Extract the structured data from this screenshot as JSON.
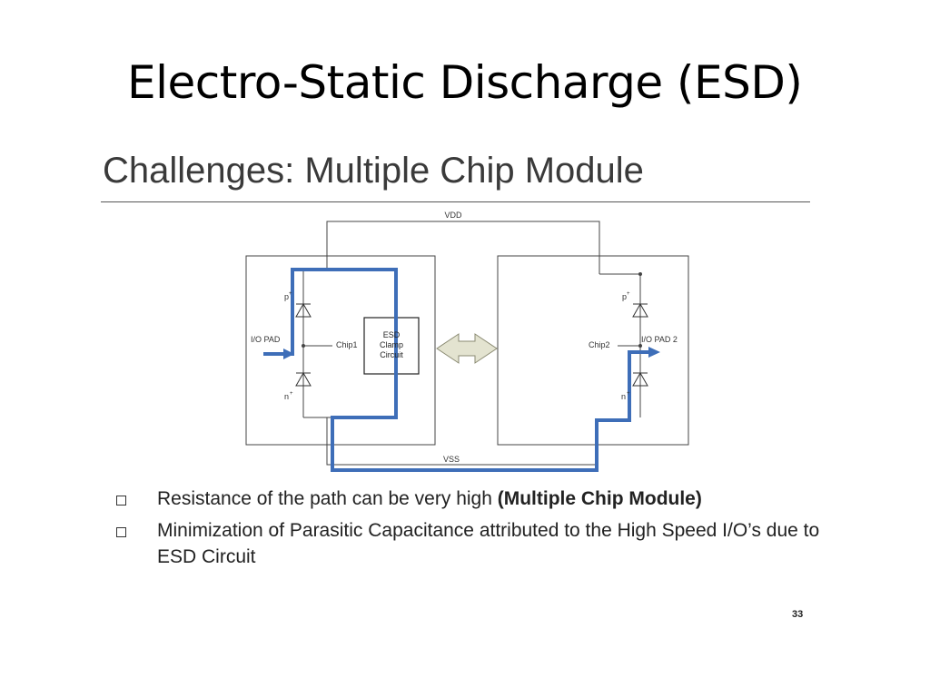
{
  "slide": {
    "title": "Electro-Static Discharge (ESD)",
    "subtitle": "Challenges: Multiple Chip Module",
    "page_number": "33"
  },
  "diagram": {
    "labels": {
      "vdd": "VDD",
      "vss": "VSS",
      "io_pad": "I/O PAD",
      "io_pad2": "I/O PAD 2",
      "chip1": "Chip1",
      "chip2": "Chip2",
      "esd_line1": "ESD",
      "esd_line2": "Clamp",
      "esd_line3": "Circuit",
      "p_plus": "p",
      "n_plus": "n",
      "plus": "+"
    },
    "colors": {
      "path": "#3e6eb8",
      "wire": "#444444",
      "arrow_fill": "#e3e3d0",
      "arrow_stroke": "#8a8a72"
    }
  },
  "bullets": [
    {
      "text": "Resistance of the path can be very high ",
      "bold": "(Multiple Chip Module)"
    },
    {
      "text": "Minimization of Parasitic Capacitance attributed to the High Speed I/O’s due to ESD Circuit",
      "bold": ""
    }
  ]
}
